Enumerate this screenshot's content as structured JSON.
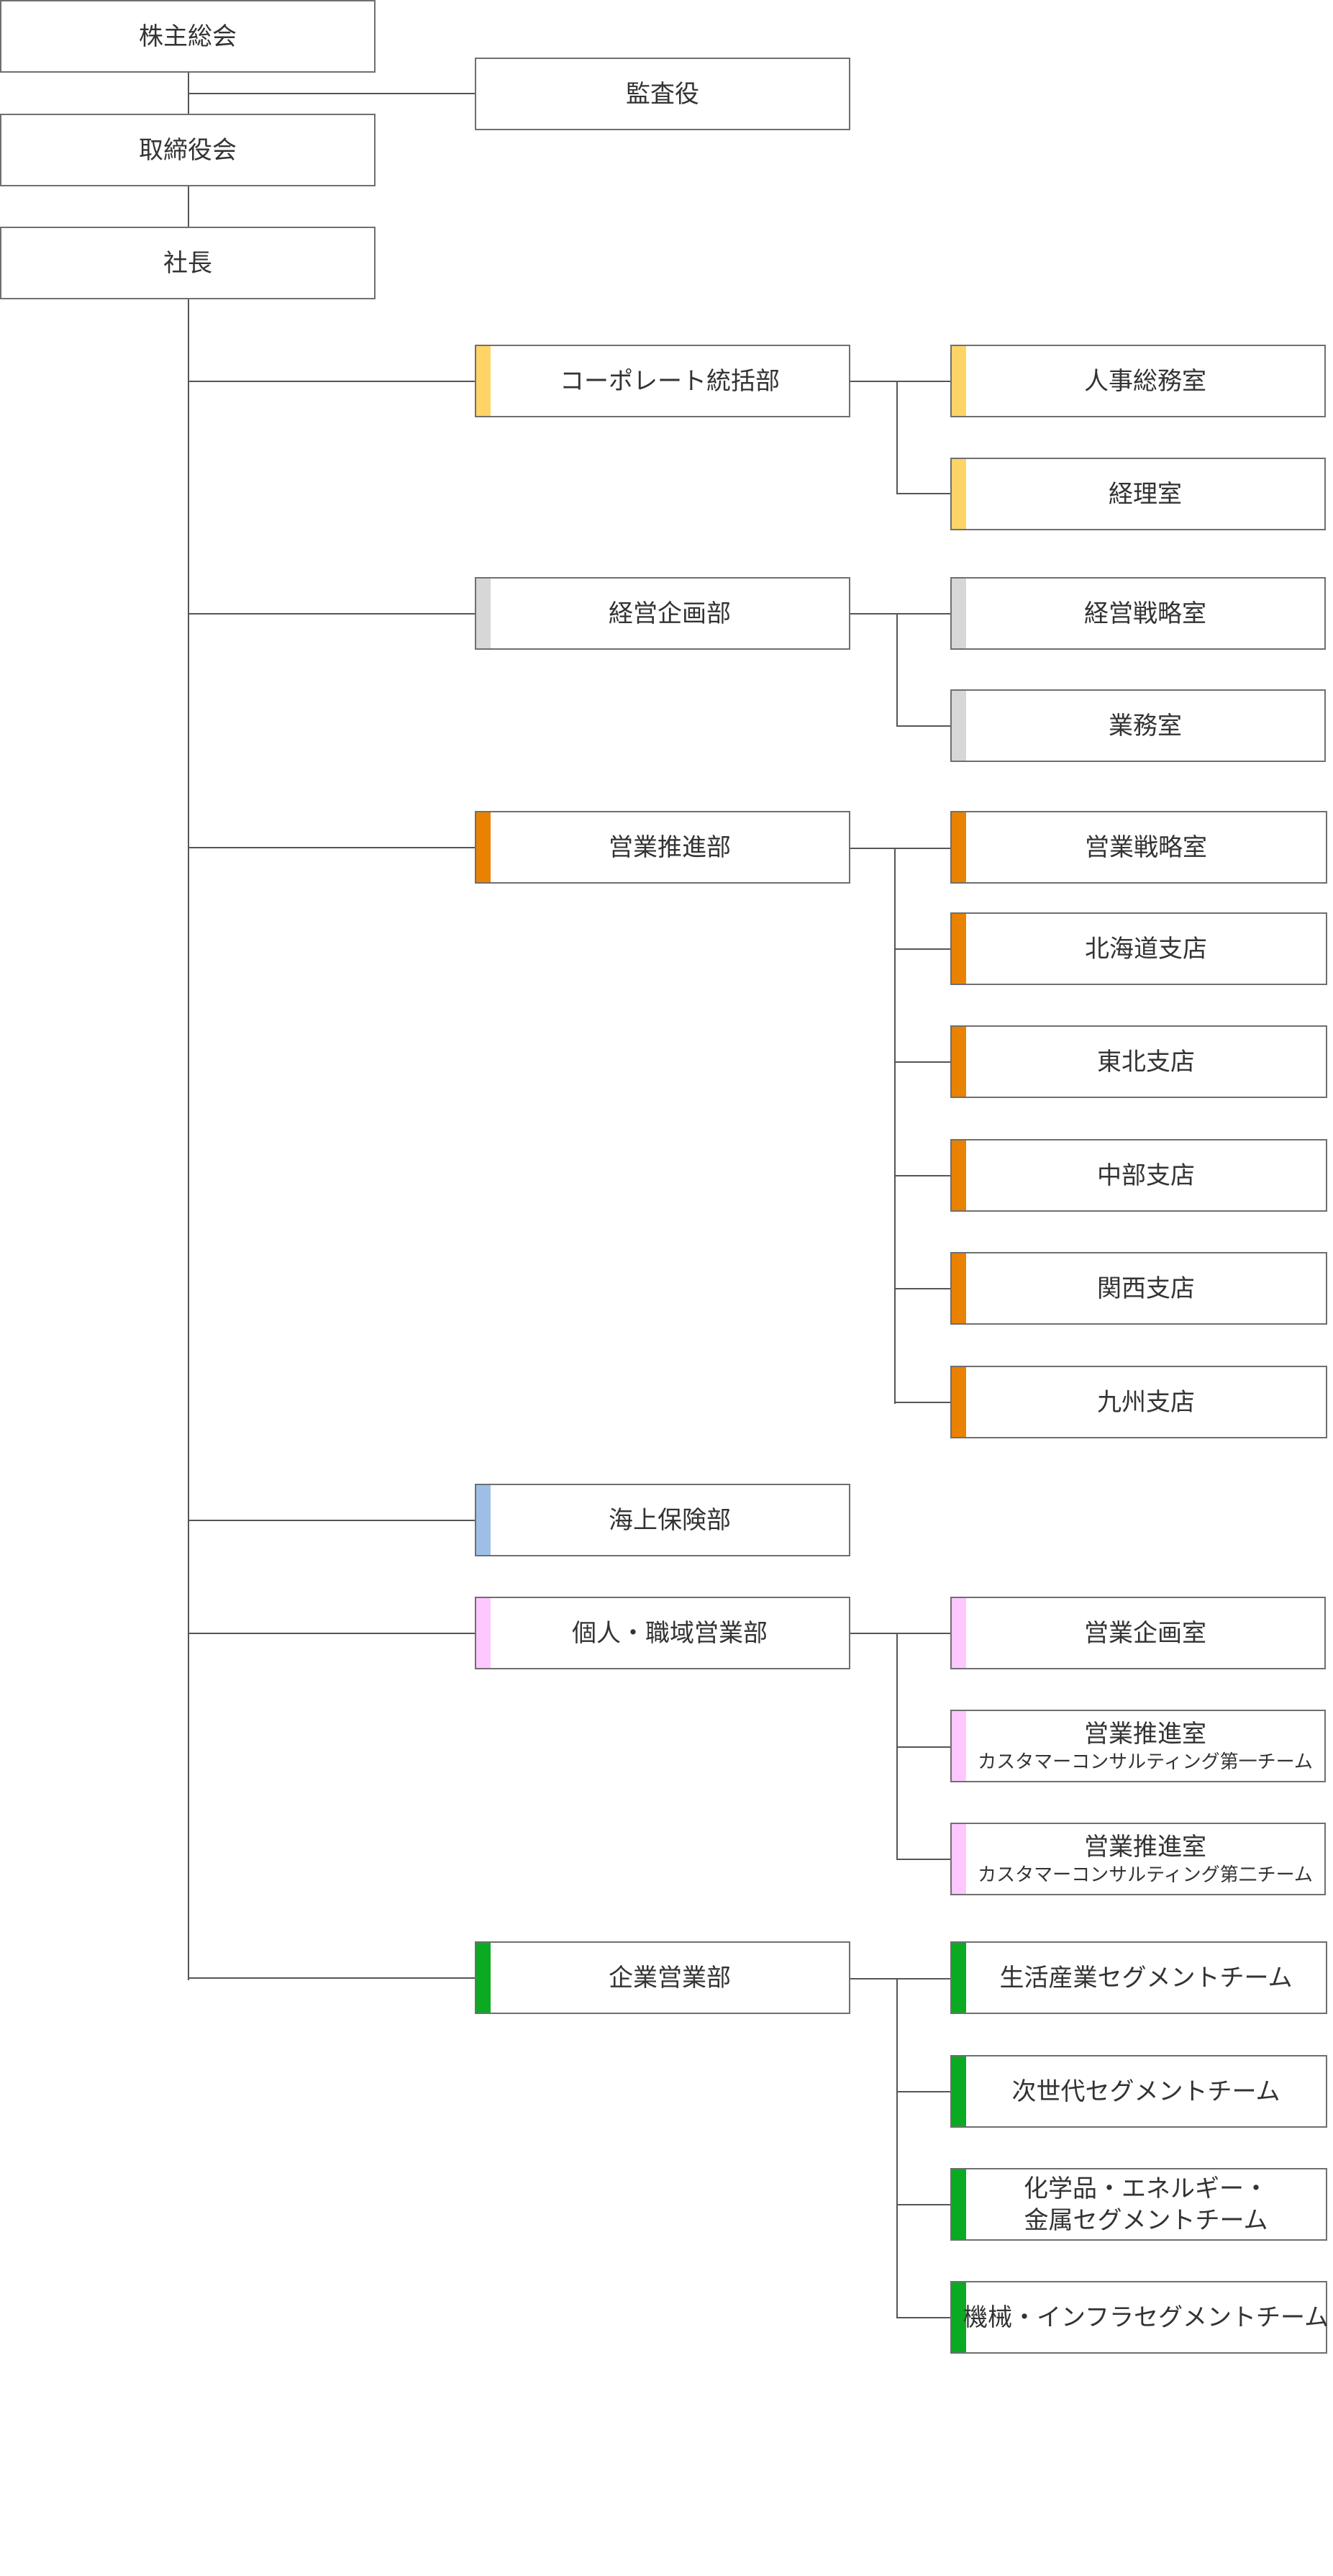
{
  "colors": {
    "corporate": "#ffd467",
    "planning": "#d7d7d7",
    "sales": "#e88200",
    "marine": "#9dbfe6",
    "personal": "#ffc7ff",
    "enterprise": "#0aaa22"
  },
  "top": {
    "shareholders": "株主総会",
    "auditor": "監査役",
    "board": "取締役会",
    "president": "社長"
  },
  "departments": {
    "corporate": "コーポレート統括部",
    "planning": "経営企画部",
    "sales": "営業推進部",
    "marine": "海上保険部",
    "personal": "個人・職域営業部",
    "enterprise": "企業営業部"
  },
  "offices": {
    "corporate": [
      "人事総務室",
      "経理室"
    ],
    "planning": [
      "経営戦略室",
      "業務室"
    ],
    "sales": [
      "営業戦略室",
      "北海道支店",
      "東北支店",
      "中部支店",
      "関西支店",
      "九州支店"
    ],
    "personal": [
      {
        "title": "営業企画室",
        "sub": ""
      },
      {
        "title": "営業推進室",
        "sub": "カスタマーコンサルティング第一チーム"
      },
      {
        "title": "営業推進室",
        "sub": "カスタマーコンサルティング第二チーム"
      }
    ],
    "enterprise": [
      {
        "line1": "生活産業セグメントチーム",
        "line2": ""
      },
      {
        "line1": "次世代セグメントチーム",
        "line2": ""
      },
      {
        "line1": "化学品・エネルギー・",
        "line2": "金属セグメントチーム"
      },
      {
        "line1": "機械・インフラセグメントチーム",
        "line2": ""
      }
    ]
  }
}
